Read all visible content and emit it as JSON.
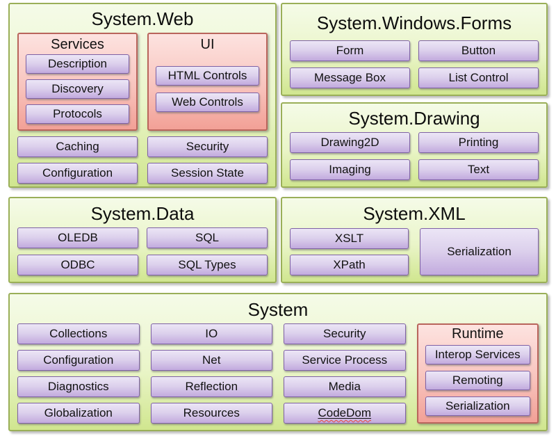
{
  "diagram": {
    "system_web": {
      "title": "System.Web",
      "services": {
        "title": "Services",
        "items": [
          "Description",
          "Discovery",
          "Protocols"
        ]
      },
      "ui": {
        "title": "UI",
        "items": [
          "HTML Controls",
          "Web Controls"
        ]
      },
      "items": [
        "Caching",
        "Security",
        "Configuration",
        "Session State"
      ]
    },
    "system_windows_forms": {
      "title": "System.Windows.Forms",
      "items": [
        "Form",
        "Button",
        "Message Box",
        "List Control"
      ]
    },
    "system_drawing": {
      "title": "System.Drawing",
      "items": [
        "Drawing2D",
        "Printing",
        "Imaging",
        "Text"
      ]
    },
    "system_data": {
      "title": "System.Data",
      "items": [
        "OLEDB",
        "SQL",
        "ODBC",
        "SQL Types"
      ]
    },
    "system_xml": {
      "title": "System.XML",
      "items": [
        "XSLT",
        "XPath"
      ],
      "tall_item": "Serialization"
    },
    "system": {
      "title": "System",
      "rows": [
        [
          "Collections",
          "IO",
          "Security"
        ],
        [
          "Configuration",
          "Net",
          "Service Process"
        ],
        [
          "Diagnostics",
          "Reflection",
          "Media"
        ],
        [
          "Globalization",
          "Resources",
          "CodeDom"
        ]
      ],
      "runtime": {
        "title": "Runtime",
        "items": [
          "Interop Services",
          "Remoting",
          "Serialization"
        ]
      }
    },
    "colors": {
      "namespace_panel_border": "#9aaf58",
      "namespace_panel_fill_top": "#f5fbe8",
      "namespace_panel_fill_bottom": "#d0e68f",
      "group_panel_border": "#b9655c",
      "group_panel_fill_top": "#fde3e0",
      "group_panel_fill_bottom": "#f2a096",
      "leaf_button_border": "#7e61a5",
      "leaf_button_fill_top": "#ece6f6",
      "leaf_button_fill_bottom": "#c2aade",
      "spellcheck_squiggle": "#e8453c"
    }
  }
}
